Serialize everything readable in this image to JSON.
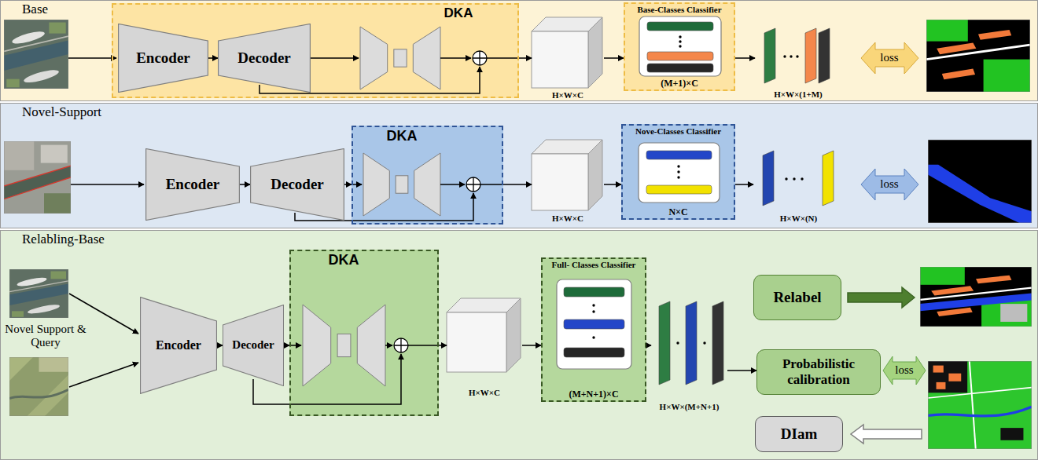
{
  "diagram": {
    "nodes": [
      {
        "text": [
          "Base"
        ]
      },
      {
        "text": [
          "DKA"
        ],
        "in": 0
      },
      {
        "text": [
          "Encoder"
        ],
        "in": 1
      },
      {
        "text": [
          "Decoder"
        ],
        "in": 1
      },
      {
        "text": [
          "H×W×C"
        ],
        "in": 0
      },
      {
        "text": [
          "Base-Classes Classifier",
          "(M+1)×C"
        ],
        "in": 0
      },
      {
        "text": [
          "H×W×(1+M)"
        ],
        "in": 0
      },
      {
        "text": [
          "Novel-Support"
        ]
      },
      {
        "text": [
          "Encoder"
        ],
        "in": 7
      },
      {
        "text": [
          "Decoder"
        ],
        "in": 7
      },
      {
        "text": [
          "DKA"
        ],
        "in": 7
      },
      {
        "text": [
          "H×W×C"
        ],
        "in": 7
      },
      {
        "text": [
          "Nove-Classes Classifier",
          "N×C"
        ],
        "in": 7
      },
      {
        "text": [
          "H×W×(N)"
        ],
        "in": 7
      },
      {
        "text": [
          "Relabling-Base"
        ]
      },
      {
        "text": [
          "Encoder"
        ],
        "in": 14
      },
      {
        "text": [
          "Decoder"
        ],
        "in": 14
      },
      {
        "text": [
          "DKA"
        ],
        "in": 14
      },
      {
        "text": [
          "H×W×C"
        ],
        "in": 14
      },
      {
        "text": [
          "Full- Classes Classifier",
          "(M+N+1)×C"
        ],
        "in": 14
      },
      {
        "text": [
          "H×W×(M+N+1)"
        ],
        "in": 14
      },
      {
        "text": [
          "Relabel"
        ],
        "in": 14
      },
      {
        "text": [
          "Probabilistic calibration"
        ],
        "in": 14
      },
      {
        "text": [
          "DIam"
        ],
        "in": 14
      }
    ],
    "edges": [
      {
        "from": 2,
        "to": 3,
        "arrow": "to"
      },
      {
        "from": 1,
        "to": 4,
        "arrow": "to"
      },
      {
        "from": 4,
        "to": 5,
        "arrow": "to"
      },
      {
        "from": 5,
        "to": 6,
        "arrow": "to"
      },
      {
        "from": 8,
        "to": 9,
        "arrow": "to"
      },
      {
        "from": 9,
        "to": 10,
        "arrow": "to"
      },
      {
        "from": 10,
        "to": 11,
        "arrow": "to"
      },
      {
        "from": 11,
        "to": 12,
        "arrow": "to"
      },
      {
        "from": 12,
        "to": 13,
        "arrow": "to"
      },
      {
        "from": 15,
        "to": 16,
        "arrow": "to"
      },
      {
        "from": 16,
        "to": 17,
        "arrow": "to"
      },
      {
        "from": 17,
        "to": 18,
        "arrow": "to"
      },
      {
        "from": 18,
        "to": 19,
        "arrow": "to"
      },
      {
        "from": 19,
        "to": 20,
        "arrow": "to"
      },
      {
        "from": 20,
        "to": 22,
        "arrow": "to"
      }
    ],
    "labels": [
      "loss",
      "loss",
      "Novel Support & Query",
      "loss"
    ]
  }
}
